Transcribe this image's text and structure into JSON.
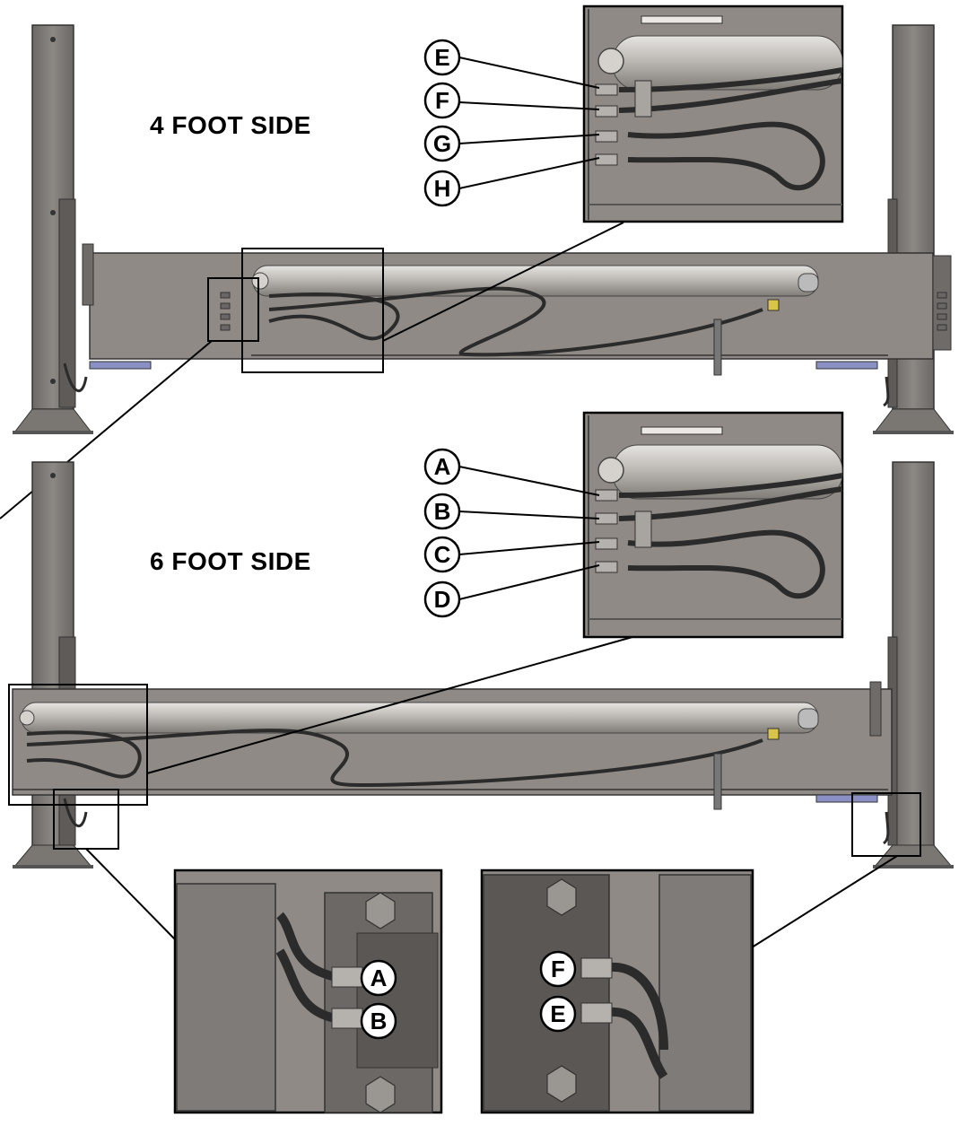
{
  "labels": {
    "four_foot_side": "4 FOOT SIDE",
    "six_foot_side": "6 FOOT SIDE"
  },
  "callouts": {
    "A": "A",
    "B": "B",
    "C": "C",
    "D": "D",
    "E": "E",
    "F": "F",
    "G": "G",
    "H": "H"
  },
  "colors": {
    "steel_panel": "#8f8a85",
    "steel_dark": "#5a5754",
    "steel_light": "#b9b5b0",
    "hose": "#2b2b2b",
    "post": "#7d7a77",
    "blue_pad": "#8a8fc4",
    "fitting_yellow": "#d8c44a"
  }
}
